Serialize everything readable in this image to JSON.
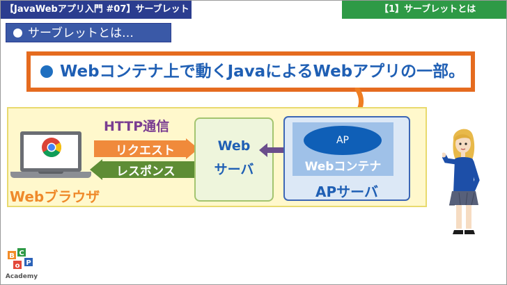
{
  "header": {
    "left_title": "【JavaWebアプリ入門 #07】サーブレット",
    "right_title": "【1】サーブレットとは"
  },
  "section": {
    "title": "サーブレットとは…"
  },
  "banner": {
    "text": "Webコンテナ上で動くJavaによるWebアプリの一部。"
  },
  "diagram": {
    "protocol_label": "HTTP通信",
    "request_label": "リクエスト",
    "response_label": "レスポンス",
    "browser_label": "Webブラウザ",
    "web_server_line1": "Web",
    "web_server_line2": "サーバ",
    "ap_label": "AP",
    "container_label": "Webコンテナ",
    "ap_server_label": "APサーバ"
  },
  "logo": {
    "letters": [
      "B",
      "C",
      "o",
      "P"
    ],
    "caption": "Academy"
  },
  "colors": {
    "header_blue": "#2b3d8f",
    "header_green": "#2e9a46",
    "banner_orange": "#e56b1f",
    "text_blue": "#1f5fb4",
    "http_purple": "#7a3d91",
    "request_orange": "#f08a3b",
    "response_green": "#5e8d35"
  }
}
